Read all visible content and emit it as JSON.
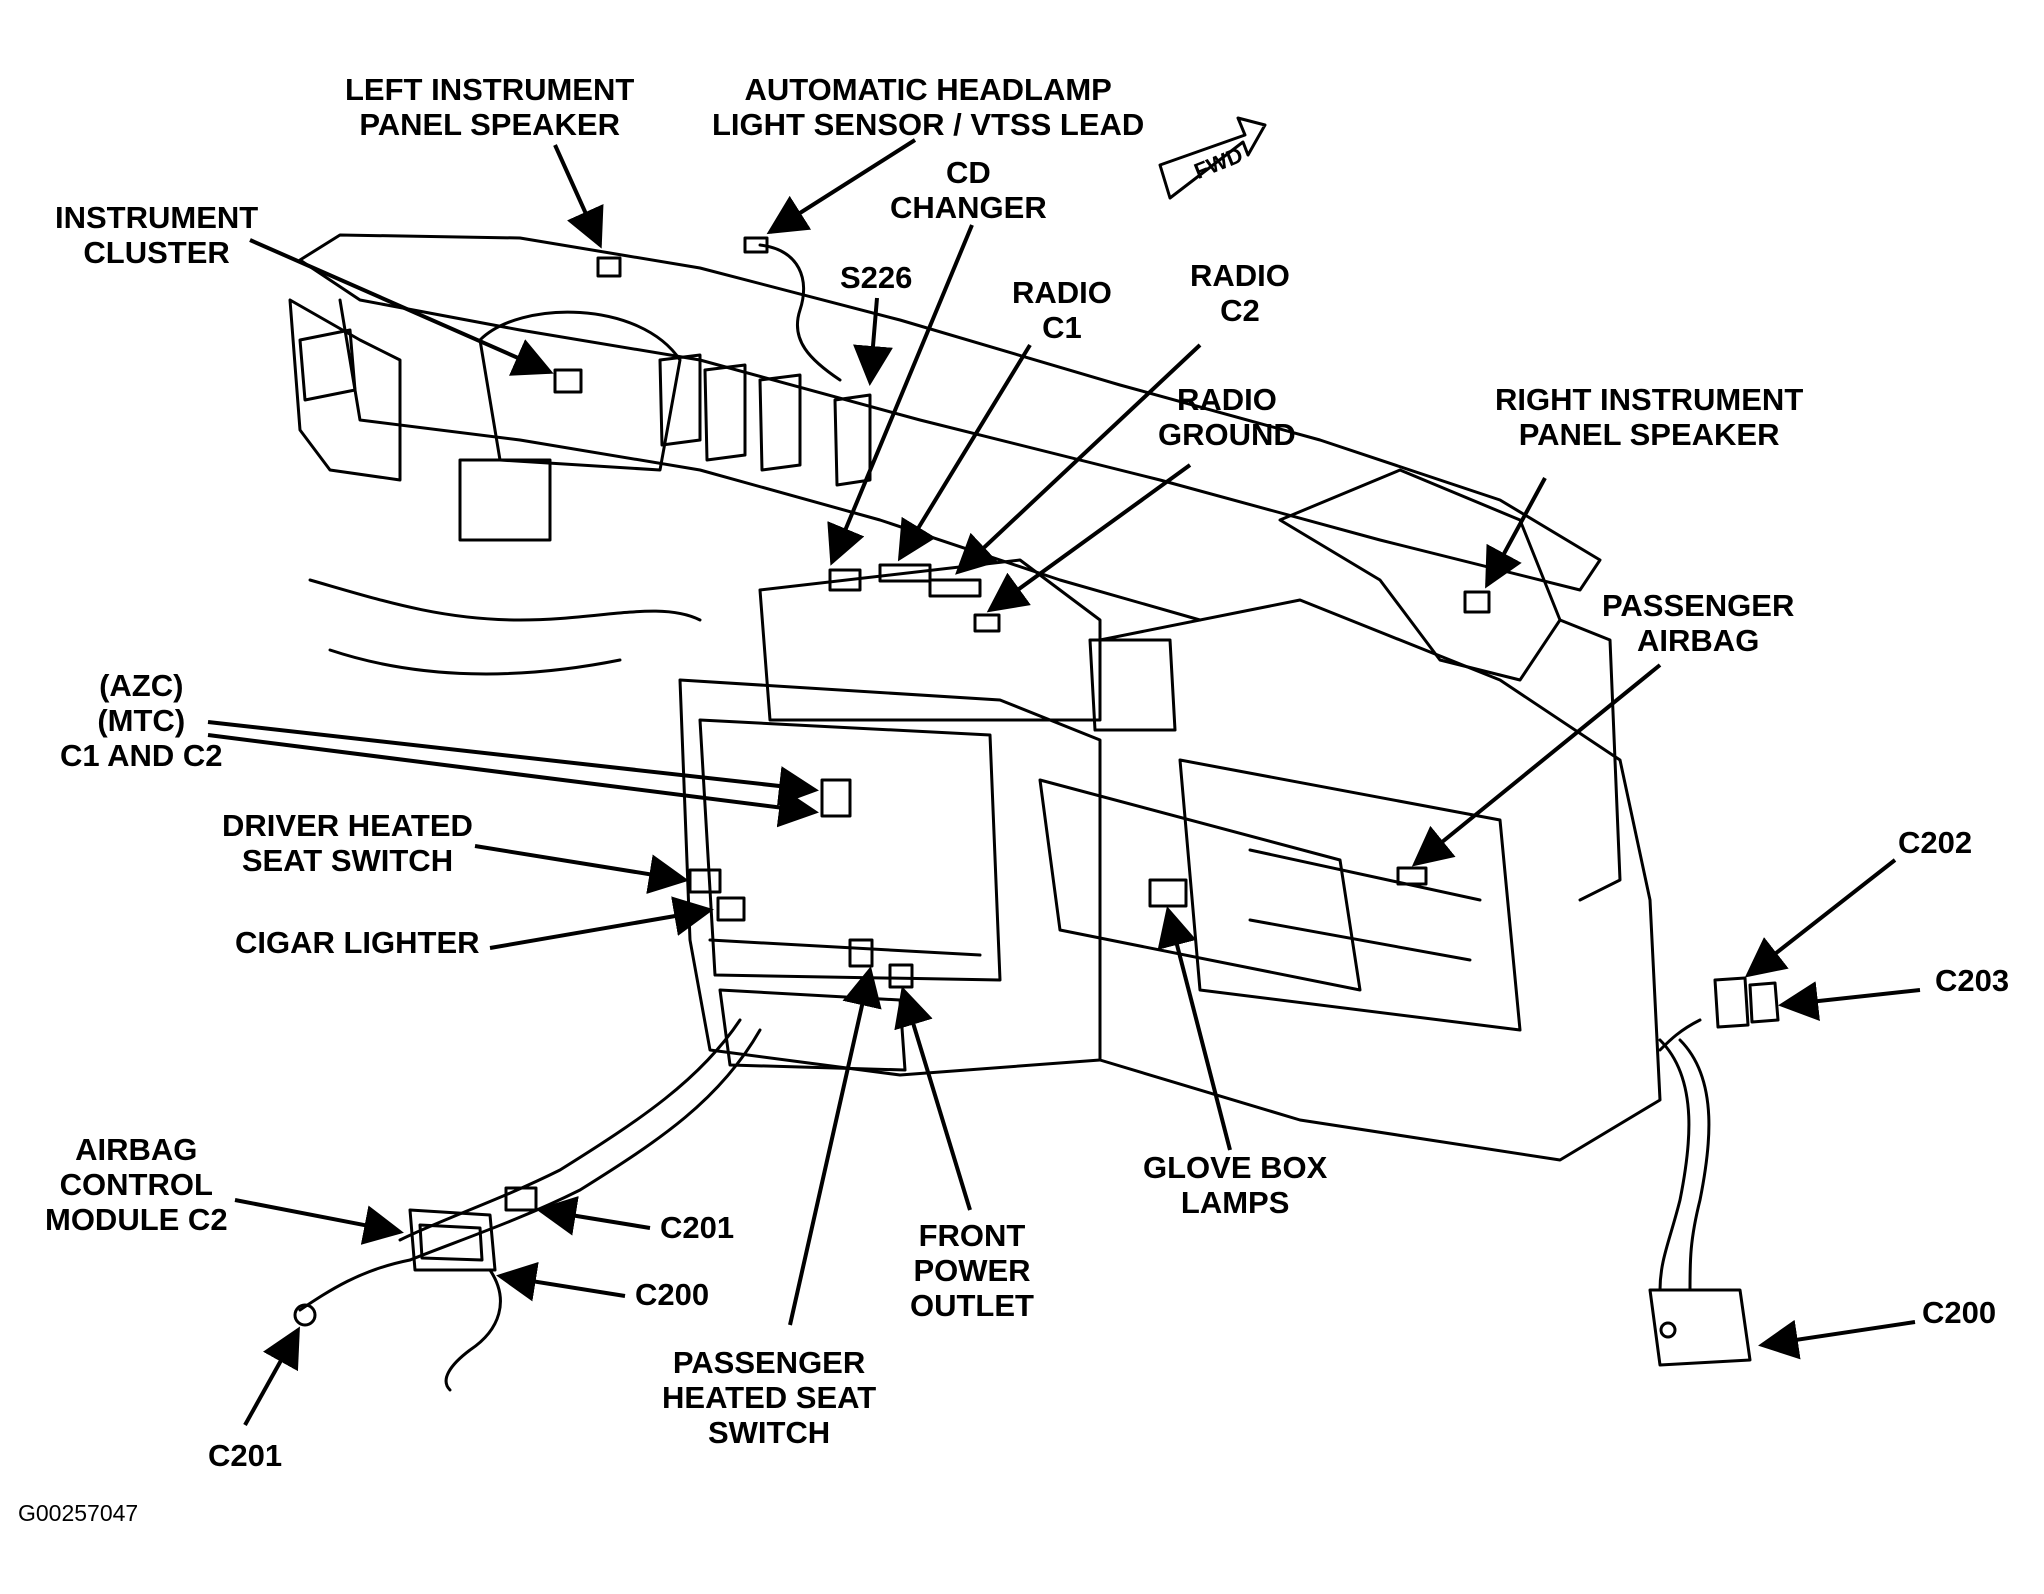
{
  "figure_id": "G00257047",
  "fwd_label": "FWD",
  "callouts": [
    {
      "id": "left-ip-speaker",
      "lines": [
        "LEFT INSTRUMENT",
        "PANEL SPEAKER"
      ]
    },
    {
      "id": "headlamp-sensor",
      "lines": [
        "AUTOMATIC HEADLAMP",
        "LIGHT SENSOR / VTSS LEAD"
      ]
    },
    {
      "id": "instrument-cluster",
      "lines": [
        "INSTRUMENT",
        "CLUSTER"
      ]
    },
    {
      "id": "cd-changer",
      "lines": [
        "CD",
        "CHANGER"
      ]
    },
    {
      "id": "s226",
      "lines": [
        "S226"
      ]
    },
    {
      "id": "radio-c1",
      "lines": [
        "RADIO",
        "C1"
      ]
    },
    {
      "id": "radio-c2",
      "lines": [
        "RADIO",
        "C2"
      ]
    },
    {
      "id": "radio-ground",
      "lines": [
        "RADIO",
        "GROUND"
      ]
    },
    {
      "id": "right-ip-speaker",
      "lines": [
        "RIGHT INSTRUMENT",
        "PANEL SPEAKER"
      ]
    },
    {
      "id": "passenger-airbag",
      "lines": [
        "PASSENGER",
        "AIRBAG"
      ]
    },
    {
      "id": "azc-mtc",
      "lines": [
        "(AZC)",
        "(MTC)",
        "C1 AND C2"
      ]
    },
    {
      "id": "driver-heated-seat",
      "lines": [
        "DRIVER HEATED",
        "SEAT SWITCH"
      ]
    },
    {
      "id": "cigar-lighter",
      "lines": [
        "CIGAR LIGHTER"
      ]
    },
    {
      "id": "c202",
      "lines": [
        "C202"
      ]
    },
    {
      "id": "c203",
      "lines": [
        "C203"
      ]
    },
    {
      "id": "glove-box-lamps",
      "lines": [
        "GLOVE BOX",
        "LAMPS"
      ]
    },
    {
      "id": "airbag-control-module",
      "lines": [
        "AIRBAG",
        "CONTROL",
        "MODULE C2"
      ]
    },
    {
      "id": "c201-upper",
      "lines": [
        "C201"
      ]
    },
    {
      "id": "c200-left",
      "lines": [
        "C200"
      ]
    },
    {
      "id": "front-power-outlet",
      "lines": [
        "FRONT",
        "POWER",
        "OUTLET"
      ]
    },
    {
      "id": "passenger-heated-seat",
      "lines": [
        "PASSENGER",
        "HEATED SEAT",
        "SWITCH"
      ]
    },
    {
      "id": "c201-lower",
      "lines": [
        "C201"
      ]
    },
    {
      "id": "c200-right",
      "lines": [
        "C200"
      ]
    }
  ]
}
